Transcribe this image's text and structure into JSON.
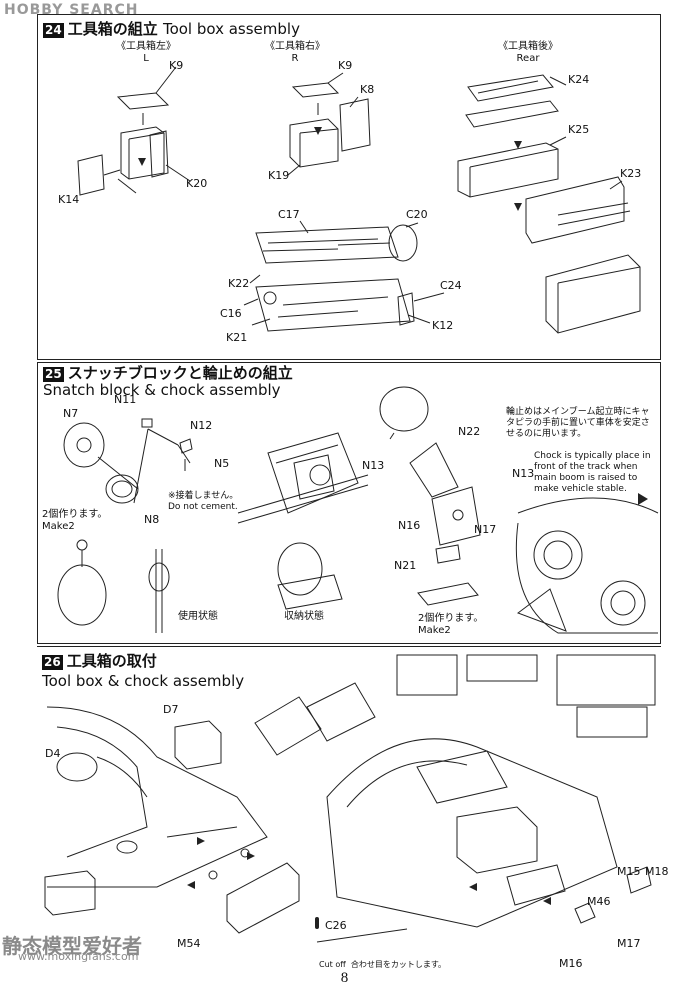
{
  "watermark": "HOBBY SEARCH",
  "bottom_watermark": "静态模型爱好者",
  "bottom_watermark_url": "www.moxingfans.com",
  "page_number": "8",
  "step24": {
    "num": "24",
    "title_jp": "工具箱の組立",
    "title_en": "Tool box assembly",
    "sub_left_jp": "《工具箱左》",
    "sub_left_en": "L",
    "sub_right_jp": "《工具箱右》",
    "sub_right_en": "R",
    "sub_rear_jp": "《工具箱後》",
    "sub_rear_en": "Rear",
    "parts": [
      "K9",
      "K14",
      "K20",
      "K9",
      "K8",
      "K19",
      "C17",
      "C20",
      "K22",
      "C16",
      "C24",
      "K21",
      "K12",
      "K24",
      "K25",
      "K23"
    ]
  },
  "step25": {
    "num": "25",
    "title_jp": "スナッチブロックと輪止めの組立",
    "title_en": "Snatch block & chock assembly",
    "parts": [
      "N11",
      "N7",
      "N12",
      "N5",
      "N8",
      "N13",
      "N22",
      "N13",
      "N16",
      "N17",
      "N21"
    ],
    "no_cement_jp": "※接着しません。",
    "no_cement_en": "Do not cement.",
    "make2_jp": "2個作ります。",
    "make2_en": "Make2",
    "in_use_jp": "使用状態",
    "stowed_jp": "収納状態",
    "chock_note_jp": "輪止めはメインブーム起立時にキャタピラの手前に置いて車体を安定させるのに用います。",
    "chock_note_en": "Chock is typically place in front of the track when main boom is raised to make vehicle stable."
  },
  "step26": {
    "num": "26",
    "title_jp": "工具箱の取付",
    "title_en": "Tool box & chock assembly",
    "parts": [
      "D7",
      "D4",
      "M54",
      "C26",
      "M15",
      "M18",
      "M46",
      "M17",
      "M16"
    ],
    "cut_off_en": "Cut off",
    "cut_off_jp": "合わせ目をカットします。"
  }
}
